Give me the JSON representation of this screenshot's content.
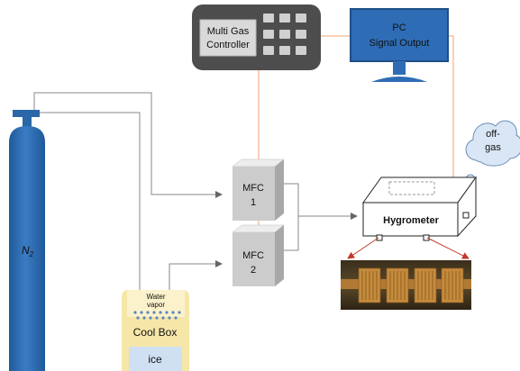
{
  "controller": {
    "line1": "Multi Gas",
    "line2": "Controller"
  },
  "pc": {
    "line1": "PC",
    "line2": "Signal Output"
  },
  "offgas": {
    "line1": "off-",
    "line2": "gas"
  },
  "cylinder": {
    "label": "N",
    "subscript": "2"
  },
  "mfc1": {
    "line1": "MFC",
    "line2": "1"
  },
  "mfc2": {
    "line1": "MFC",
    "line2": "2"
  },
  "hygrometer": {
    "label": "Hygrometer"
  },
  "coolbox": {
    "vapor_line1": "Water",
    "vapor_line2": "vapor",
    "label": "Cool Box",
    "ice": "ice"
  },
  "colors": {
    "cylinder": "#2f6fb3",
    "controller": "#4a4a4a",
    "pc_monitor": "#2e6db5",
    "cloud": "#d9e6f5",
    "coolbox": "#f6e6a8",
    "ice": "#cfe0f3",
    "signal_line": "#f0a070",
    "gas_line": "#777777"
  }
}
